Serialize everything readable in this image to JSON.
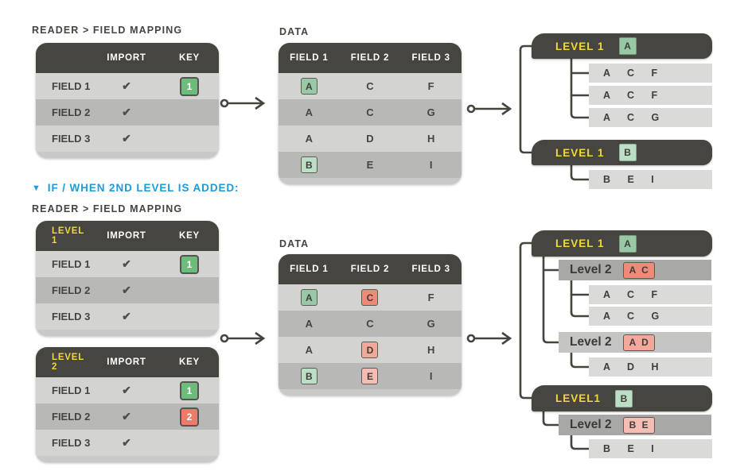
{
  "glyphs": {
    "check": "✔",
    "marker": "▼"
  },
  "colors": {
    "dark_header": "#464540",
    "row_light": "#d3d3d1",
    "row_medium": "#b8b8b6",
    "panel": "#c9c9c7",
    "tree_leaf_row": "#dadad8",
    "level2_bar_dark": "#a8a8a6",
    "level2_bar_light": "#c5c5c3",
    "yellow": "#f2d73c",
    "blue_heading": "#1b9bd7",
    "key_green": "#6cbc7c",
    "key_red": "#ee7a6a",
    "badge_green": "#98c9a4",
    "badge_green_pale": "#bcdec6",
    "badge_salmon": "#f08a78",
    "badge_salmon_mid": "#f3a89b",
    "badge_salmon_pale": "#f6bdb4",
    "text_dark": "#45443f"
  },
  "top": {
    "mapping": {
      "title": "READER > FIELD MAPPING",
      "col_import": "IMPORT",
      "col_key": "KEY",
      "rows": [
        {
          "label": "FIELD 1",
          "key": "1"
        },
        {
          "label": "FIELD 2"
        },
        {
          "label": "FIELD 3"
        }
      ]
    },
    "data": {
      "title": "DATA",
      "columns": [
        "FIELD 1",
        "FIELD 2",
        "FIELD 3"
      ],
      "rows": [
        [
          "A",
          "C",
          "F"
        ],
        [
          "A",
          "C",
          "G"
        ],
        [
          "A",
          "D",
          "H"
        ],
        [
          "B",
          "E",
          "I"
        ]
      ]
    },
    "tree": {
      "group_a": {
        "label": "LEVEL 1",
        "badge": "A",
        "children": [
          "A C F",
          "A C F",
          "A C G"
        ]
      },
      "group_b": {
        "label": "LEVEL 1",
        "badge": "B",
        "children": [
          "B E I"
        ]
      }
    }
  },
  "middle": {
    "heading": "IF / WHEN 2ND LEVEL IS ADDED:",
    "subtitle": "READER > FIELD MAPPING"
  },
  "bottom": {
    "mapping_level1": {
      "header_label": "LEVEL 1",
      "col_import": "IMPORT",
      "col_key": "KEY",
      "rows": [
        {
          "label": "FIELD 1",
          "key": "1"
        },
        {
          "label": "FIELD 2"
        },
        {
          "label": "FIELD 3"
        }
      ]
    },
    "mapping_level2": {
      "header_label": "LEVEL 2",
      "col_import": "IMPORT",
      "col_key": "KEY",
      "rows": [
        {
          "label": "FIELD 1",
          "key": "1"
        },
        {
          "label": "FIELD 2",
          "key": "2"
        },
        {
          "label": "FIELD 3"
        }
      ]
    },
    "data": {
      "title": "DATA",
      "columns": [
        "FIELD 1",
        "FIELD 2",
        "FIELD 3"
      ],
      "rows": [
        [
          "A",
          "C",
          "F"
        ],
        [
          "A",
          "C",
          "G"
        ],
        [
          "A",
          "D",
          "H"
        ],
        [
          "B",
          "E",
          "I"
        ]
      ]
    },
    "tree": {
      "group_a": {
        "label": "LEVEL 1",
        "badge": "A",
        "level2": [
          {
            "label": "Level 2",
            "badge": "A C",
            "children": [
              "A C F",
              "A C G"
            ]
          },
          {
            "label": "Level 2",
            "badge": "A D",
            "children": [
              "A D H"
            ]
          }
        ]
      },
      "group_b": {
        "label": "LEVEL1",
        "badge": "B",
        "level2": [
          {
            "label": "Level 2",
            "badge": "B E",
            "children": [
              "B E I"
            ]
          }
        ]
      }
    }
  }
}
